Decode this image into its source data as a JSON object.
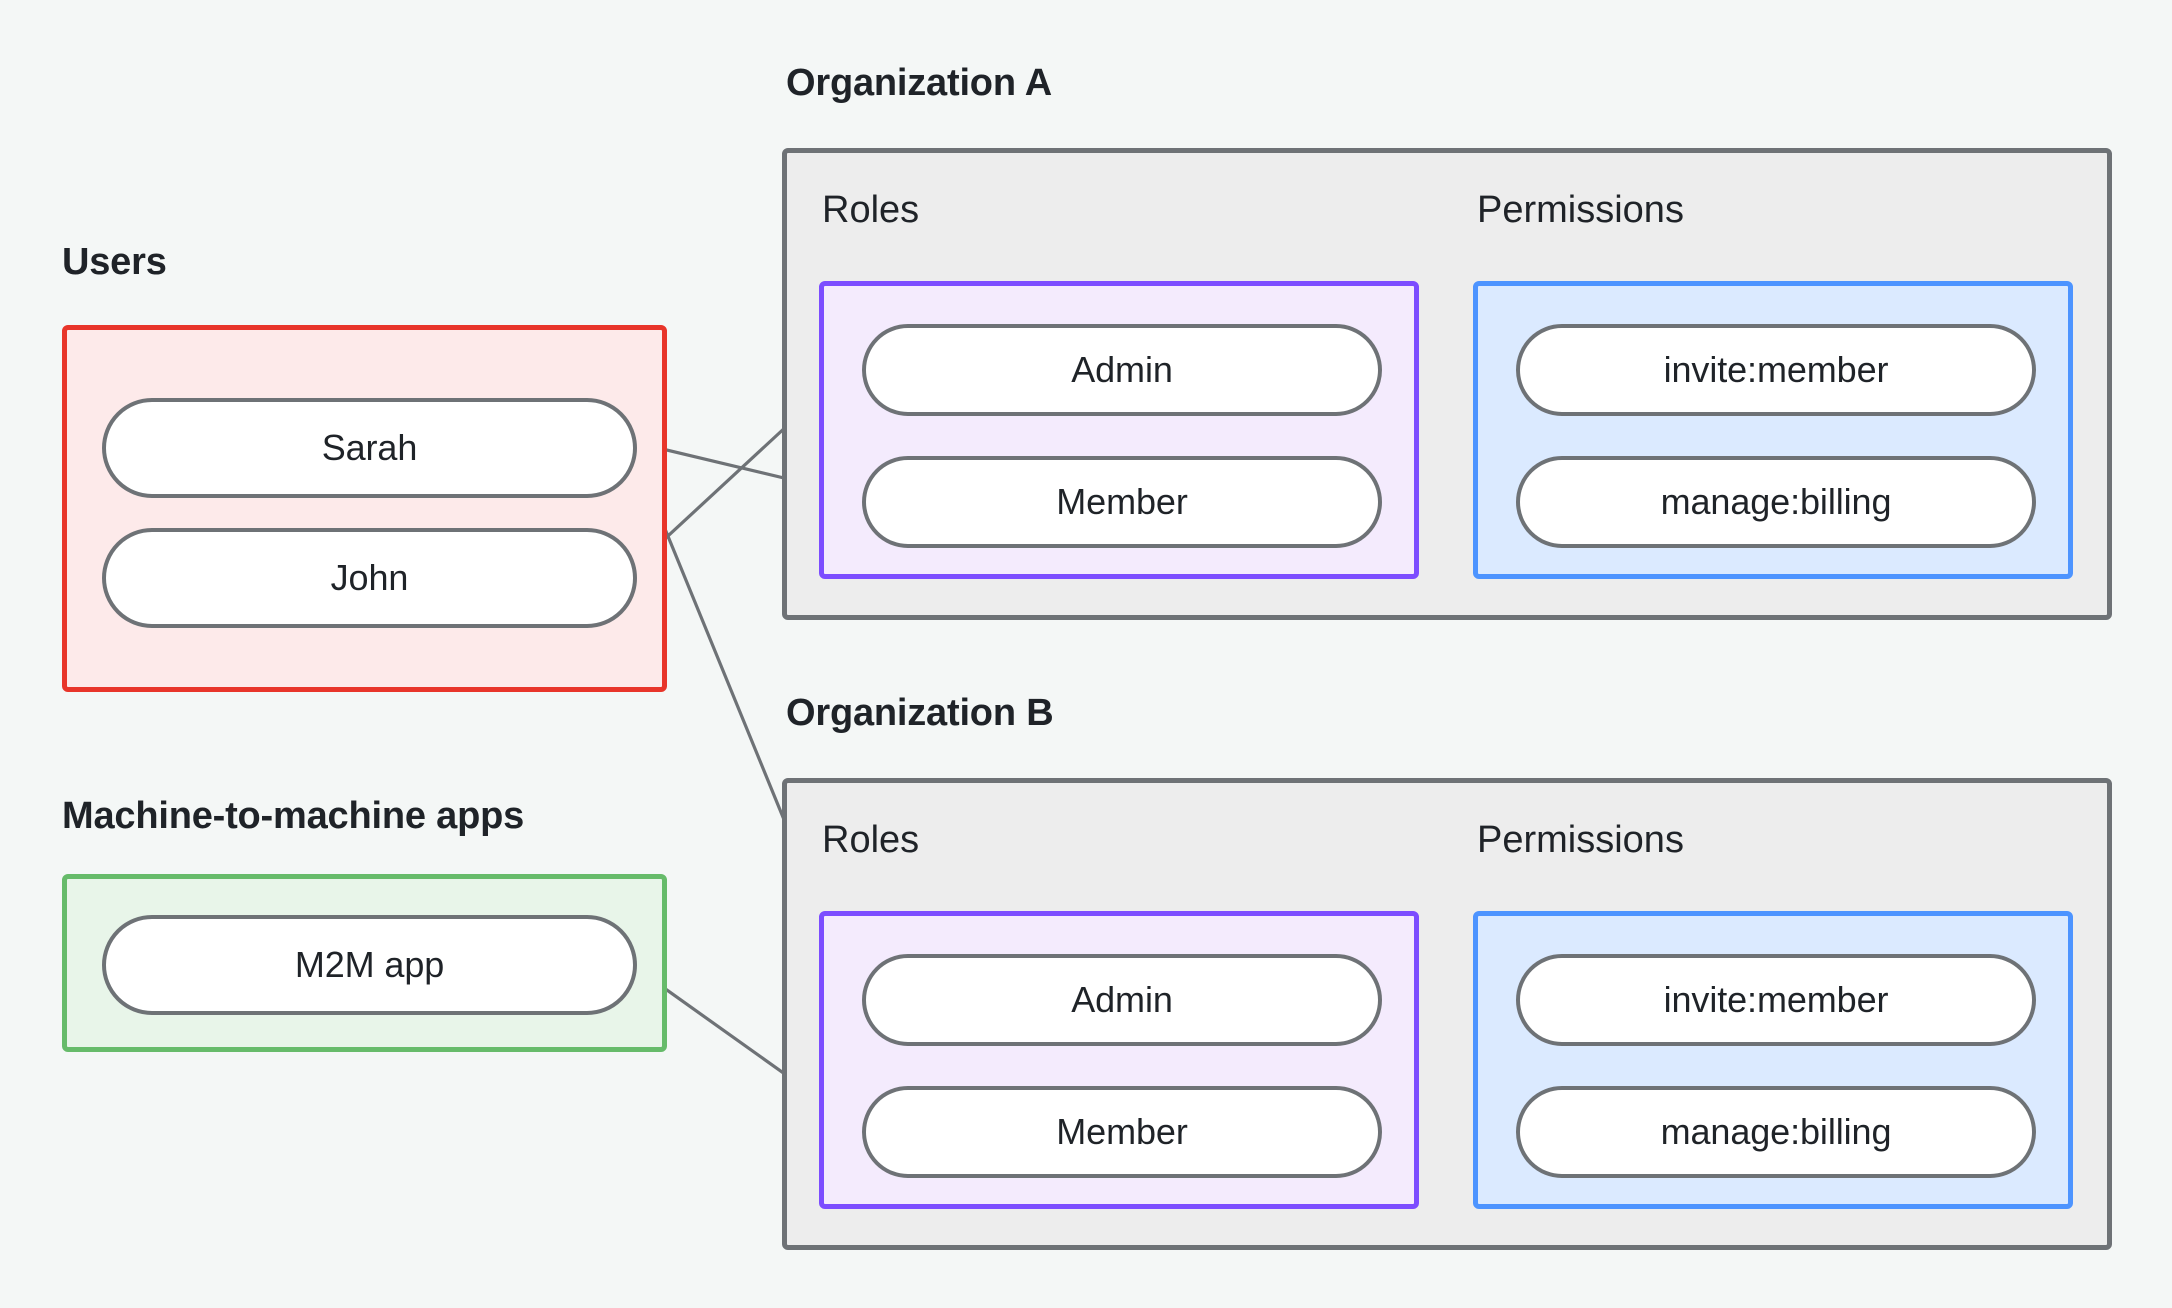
{
  "diagram": {
    "title_users": "Users",
    "title_m2m": "Machine-to-machine apps",
    "title_org_a": "Organization A",
    "title_org_b": "Organization B",
    "label_roles": "Roles",
    "label_permissions": "Permissions"
  },
  "users": {
    "items": [
      {
        "label": "Sarah"
      },
      {
        "label": "John"
      }
    ]
  },
  "m2m": {
    "items": [
      {
        "label": "M2M app"
      }
    ]
  },
  "org_a": {
    "name": "Organization A",
    "roles_label": "Roles",
    "permissions_label": "Permissions",
    "roles": [
      {
        "label": "Admin"
      },
      {
        "label": "Member"
      }
    ],
    "permissions": [
      {
        "label": "invite:member"
      },
      {
        "label": "manage:billing"
      }
    ]
  },
  "org_b": {
    "name": "Organization B",
    "roles_label": "Roles",
    "permissions_label": "Permissions",
    "roles": [
      {
        "label": "Admin"
      },
      {
        "label": "Member"
      }
    ],
    "permissions": [
      {
        "label": "invite:member"
      },
      {
        "label": "manage:billing"
      }
    ]
  },
  "relationships": [
    {
      "from": "Sarah",
      "to": "Organization A / Member"
    },
    {
      "from": "Sarah",
      "to": "Organization B / Admin"
    },
    {
      "from": "John",
      "to": "Organization A / Admin"
    },
    {
      "from": "M2M app",
      "to": "Organization B / Member"
    },
    {
      "from": "Organization A / Admin",
      "to": "Organization A / invite:member"
    },
    {
      "from": "Organization A / Admin",
      "to": "Organization A / manage:billing"
    },
    {
      "from": "Organization A / Member",
      "to": "Organization A / manage:billing"
    },
    {
      "from": "Organization B / Admin",
      "to": "Organization B / invite:member"
    },
    {
      "from": "Organization B / Admin",
      "to": "Organization B / manage:billing"
    },
    {
      "from": "Organization B / Member",
      "to": "Organization B / manage:billing"
    }
  ],
  "colors": {
    "background": "#f4f7f6",
    "users_border": "#e8352a",
    "users_fill": "#fdeaea",
    "m2m_border": "#66bb6a",
    "m2m_fill": "#e8f5e9",
    "org_border": "#6e7276",
    "org_fill": "#ededed",
    "roles_border": "#7c4dff",
    "roles_fill": "#f4ebfd",
    "permissions_border": "#4d94ff",
    "permissions_fill": "#dbeaff",
    "node_border": "#6e7276",
    "node_fill": "#ffffff",
    "edge": "#6e7276",
    "text": "#1f2328"
  }
}
